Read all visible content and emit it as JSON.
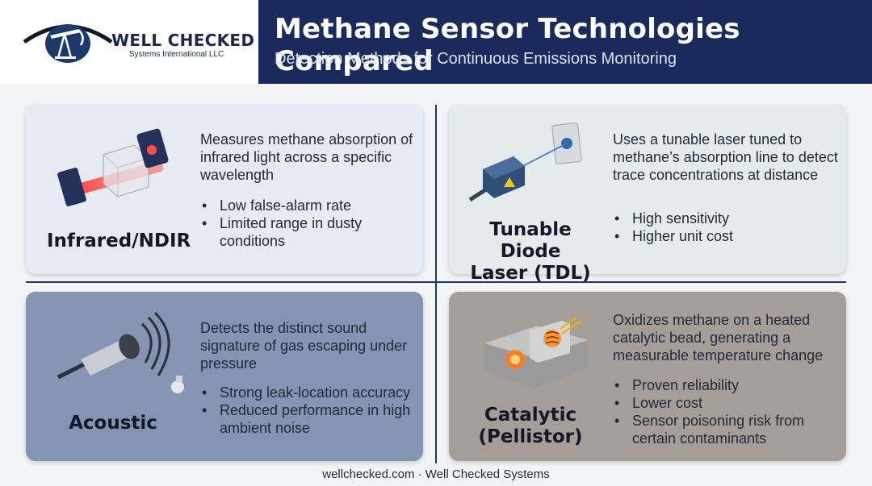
{
  "header": {
    "logo_title": "WELL CHECKED",
    "logo_subtitle": "Systems International LLC",
    "title": "Methane Sensor Technologies Compared",
    "subtitle": "Detection Methods for Continuous Emissions Monitoring"
  },
  "cards": [
    {
      "label": "Infrared/NDIR",
      "description": "Measures methane absorption of infrared light across a specific wavelength",
      "bullets": [
        "Low false-alarm rate",
        "Limited range in dusty conditions"
      ],
      "icon": "infrared-sensor-icon"
    },
    {
      "label_line1": "Tunable Diode",
      "label_line2": "Laser (TDL)",
      "description": "Uses a tunable laser tuned to methane’s absorption line to detect trace concentrations at distance",
      "bullets": [
        "High sensitivity",
        "Higher unit cost"
      ],
      "icon": "laser-sensor-icon"
    },
    {
      "label": "Acoustic",
      "description": "Detects the distinct sound signature of gas escaping under pressure",
      "bullets": [
        "Strong leak-location accuracy",
        "Reduced performance in high ambient noise"
      ],
      "icon": "acoustic-sensor-icon"
    },
    {
      "label_line1": "Catalytic",
      "label_line2": "(Pellistor)",
      "description": "Oxidizes methane on a heated catalytic bead, generating a measurable temperature change",
      "bullets": [
        "Proven reliability",
        "Lower cost",
        "Sensor poisoning risk from certain contaminants"
      ],
      "icon": "catalytic-bead-icon"
    }
  ],
  "footer": "wellchecked.com · Well Checked Systems",
  "colors": {
    "header_band": "#1b2a5c",
    "divider": "#1b3a6b",
    "card_ir": "#e6ebf3",
    "card_tdl": "#e3ecea",
    "card_acoustic": "#8494b2",
    "card_catalytic": "#a59e98"
  }
}
